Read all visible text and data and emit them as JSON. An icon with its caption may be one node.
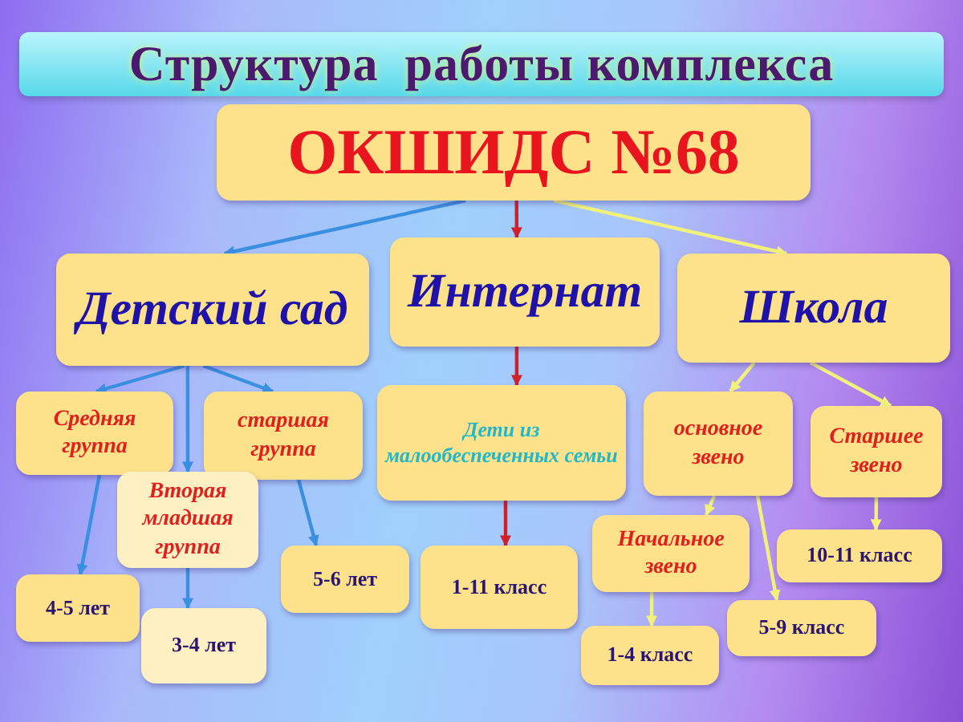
{
  "diagram": {
    "title": "Структура  работы комплекса",
    "nodes": [
      {
        "text": [
          "ОКШИДС №68"
        ]
      },
      {
        "text": [
          "Детский сад"
        ]
      },
      {
        "text": [
          "Интернат"
        ]
      },
      {
        "text": [
          "Школа"
        ]
      },
      {
        "text": [
          "Средняя группа"
        ]
      },
      {
        "text": [
          "старшая группа"
        ]
      },
      {
        "text": [
          "Вторая младшая группа"
        ]
      },
      {
        "text": [
          "4-5 лет"
        ]
      },
      {
        "text": [
          "3-4 лет"
        ]
      },
      {
        "text": [
          "5-6 лет"
        ]
      },
      {
        "text": [
          "Дети из малообеспеченных семьи"
        ]
      },
      {
        "text": [
          "1-11 класс"
        ]
      },
      {
        "text": [
          "основное звено"
        ]
      },
      {
        "text": [
          "Старшее звено"
        ]
      },
      {
        "text": [
          "Начальное звено"
        ]
      },
      {
        "text": [
          "10-11 класс"
        ]
      },
      {
        "text": [
          "5-9 класс"
        ]
      },
      {
        "text": [
          "1-4 класс"
        ]
      }
    ],
    "edges": [
      {
        "from": 0,
        "to": 1,
        "arrow": "to",
        "color": "#3b8fe0"
      },
      {
        "from": 0,
        "to": 2,
        "arrow": "to",
        "color": "#d0202a"
      },
      {
        "from": 0,
        "to": 3,
        "arrow": "to",
        "color": "#f2f27a"
      },
      {
        "from": 1,
        "to": 4,
        "arrow": "to",
        "color": "#3b8fe0"
      },
      {
        "from": 1,
        "to": 6,
        "arrow": "to",
        "color": "#3b8fe0"
      },
      {
        "from": 1,
        "to": 5,
        "arrow": "to",
        "color": "#3b8fe0"
      },
      {
        "from": 4,
        "to": 7,
        "arrow": "to",
        "color": "#3b8fe0"
      },
      {
        "from": 6,
        "to": 8,
        "arrow": "to",
        "color": "#3b8fe0"
      },
      {
        "from": 5,
        "to": 9,
        "arrow": "to",
        "color": "#3b8fe0"
      },
      {
        "from": 2,
        "to": 10,
        "arrow": "to",
        "color": "#d0202a"
      },
      {
        "from": 10,
        "to": 11,
        "arrow": "to",
        "color": "#d0202a"
      },
      {
        "from": 3,
        "to": 12,
        "arrow": "to",
        "color": "#f2f27a"
      },
      {
        "from": 3,
        "to": 13,
        "arrow": "to",
        "color": "#f2f27a"
      },
      {
        "from": 12,
        "to": 14,
        "arrow": "to",
        "color": "#f2f27a"
      },
      {
        "from": 12,
        "to": 16,
        "arrow": "to",
        "color": "#f2f27a"
      },
      {
        "from": 13,
        "to": 15,
        "arrow": "to",
        "color": "#f2f27a"
      },
      {
        "from": 14,
        "to": 17,
        "arrow": "to",
        "color": "#f2f27a"
      }
    ]
  }
}
